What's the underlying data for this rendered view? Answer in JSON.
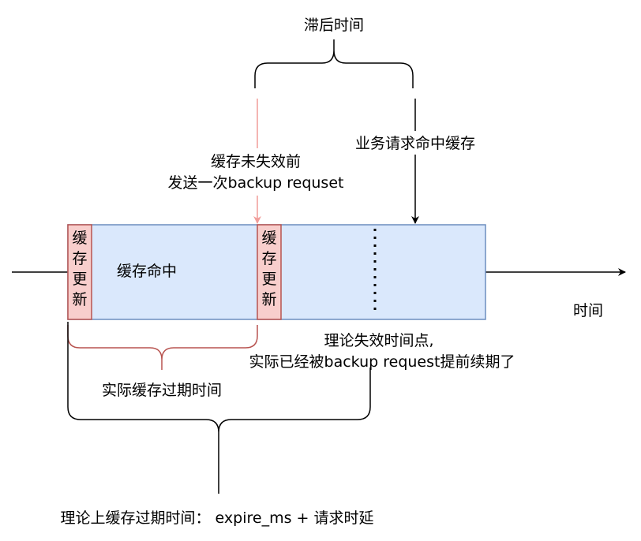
{
  "labels": {
    "lag_time": "滞后时间",
    "request_hit": "业务请求命中缓存",
    "backup_line1": "缓存未失效前",
    "backup_line2": "发送一次backup requset",
    "cache_hit": "缓存命中",
    "time_axis": "时间",
    "theory_line1": "理论失效时间点,",
    "theory_line2": "实际已经被backup request提前续期了",
    "actual_expire": "实际缓存过期时间",
    "theory_expire": "理论上缓存过期时间：  expire_ms + 请求时延"
  },
  "update_block_1": [
    "缓",
    "存",
    "更",
    "新"
  ],
  "update_block_2": [
    "缓",
    "存",
    "更",
    "新"
  ],
  "colors": {
    "timeline_fill": "#dae8fc",
    "timeline_stroke": "#6c8ebf",
    "update_fill": "#f8cecc",
    "update_stroke": "#b85450",
    "brace_red": "#b85450",
    "arrow_pink": "#f19c99",
    "black": "#000000"
  }
}
